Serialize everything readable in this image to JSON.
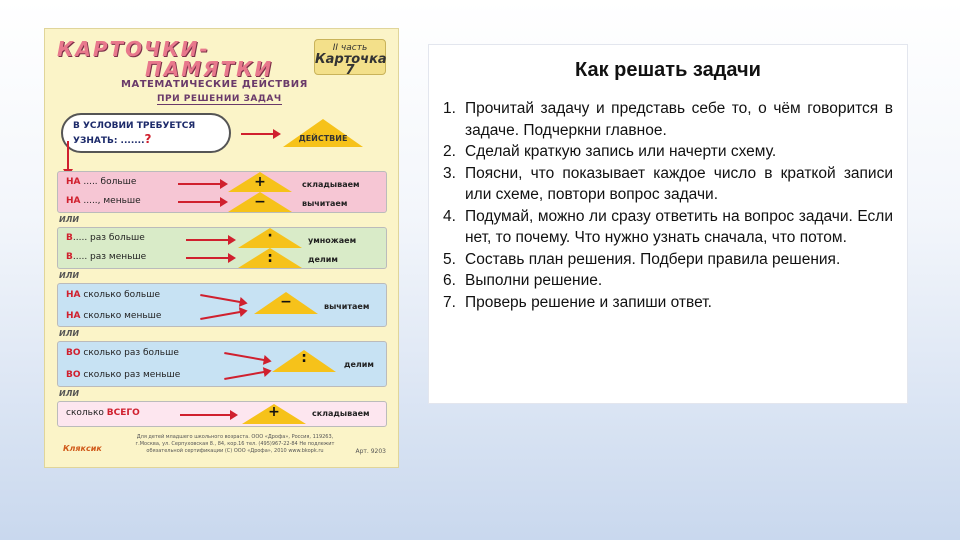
{
  "poster": {
    "header_line1": "КАРТОЧКИ-",
    "header_line2": "ПАМЯТКИ",
    "part": "II часть",
    "card": "Карточка 7",
    "subtitle1": "МАТЕМАТИЧЕСКИЕ ДЕЙСТВИЯ",
    "subtitle2": "ПРИ РЕШЕНИИ ЗАДАЧ",
    "cloud_text": "В УСЛОВИИ ТРЕБУЕТСЯ УЗНАТЬ: .......",
    "cloud_q": "?",
    "action_label": "ДЕЙСТВИЕ",
    "or": "ИЛИ",
    "rows": [
      {
        "l1_em": "НА",
        "l1": " ..... больше",
        "l2_em": "НА",
        "l2": " ....., меньше",
        "sign1": "+",
        "sign2": "−",
        "r1": "складываем",
        "r2": "вычитаем"
      },
      {
        "l1_em": "В",
        "l1": "..... раз больше",
        "l2_em": "В",
        "l2": "..... раз меньше",
        "sign1": "·",
        "sign2": ":",
        "r1": "умножаем",
        "r2": "делим"
      },
      {
        "l1_em": "НА",
        "l1": " сколько больше",
        "l2_em": "НА",
        "l2": " сколько меньше",
        "sign": "−",
        "r": "вычитаем"
      },
      {
        "l1_em": "ВО",
        "l1": " сколько раз больше",
        "l2_em": "ВО",
        "l2": " сколько раз меньше",
        "sign": ":",
        "r": "делим"
      },
      {
        "l1": "сколько ",
        "l1_em": "ВСЕГО",
        "sign": "+",
        "r": "складываем"
      }
    ],
    "brand": "Кляксик",
    "footer": "Для детей младшего школьного возраста. ООО «Дрофа», Россия, 119263, г.Москва, ул. Серпуховская 8., 84, кор.16 тел. (495)967-22-84 Не подлежит обязательной сертификации (С) ООО «Дрофа», 2010 www.bkopk.ru",
    "art": "Арт. 9203"
  },
  "panel": {
    "title": "Как решать задачи",
    "steps": [
      {
        "n": "1.",
        "t": "Прочитай задачу и представь себе то, о чём говорится в задаче. Подчеркни главное."
      },
      {
        "n": "2.",
        "t": "Сделай краткую запись или начерти схему."
      },
      {
        "n": "3.",
        "t": "Поясни, что показывает каждое число в краткой записи или схеме, повтори вопрос задачи."
      },
      {
        "n": "4.",
        "t": "Подумай, можно ли сразу ответить на вопрос задачи. Если нет, то почему. Что нужно узнать сначала, что потом."
      },
      {
        "n": "5.",
        "t": "Составь план решения. Подбери правила решения."
      },
      {
        "n": "6.",
        "t": "Выполни решение."
      },
      {
        "n": "7.",
        "t": "Проверь решение и запиши ответ."
      }
    ]
  }
}
